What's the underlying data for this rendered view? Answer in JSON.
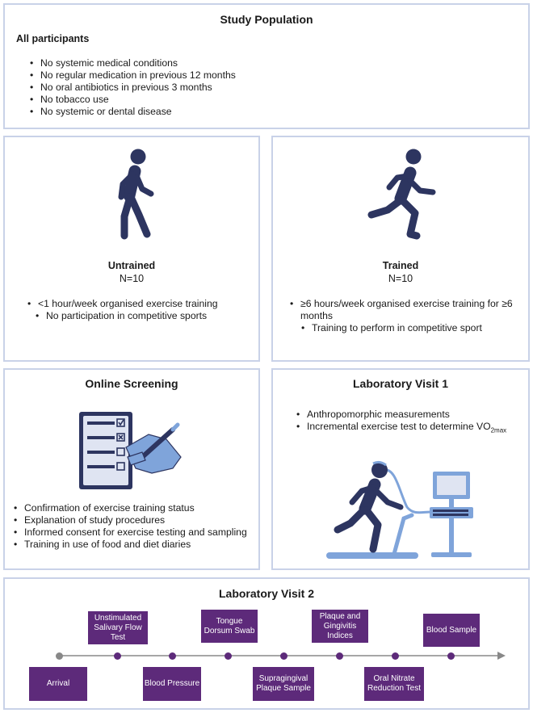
{
  "population": {
    "title": "Study Population",
    "subtitle": "All participants",
    "criteria": [
      "No systemic medical conditions",
      "No regular medication in previous 12 months",
      "No oral antibiotics in previous 3 months",
      "No tobacco use",
      "No systemic or dental disease"
    ]
  },
  "untrained": {
    "title": "Untrained",
    "n": "N=10",
    "items": [
      "<1 hour/week organised exercise training",
      "No participation in competitive sports"
    ],
    "icon": "walking-person-icon"
  },
  "trained": {
    "title": "Trained",
    "n": "N=10",
    "items": [
      "≥6 hours/week organised exercise training for ≥6 months",
      "Training to perform in competitive sport"
    ],
    "icon": "running-person-icon"
  },
  "screening": {
    "title": "Online Screening",
    "items": [
      "Confirmation of exercise training status",
      "Explanation of study procedures",
      "Informed consent for exercise testing and sampling",
      "Training in use of food and diet diaries"
    ],
    "icon": "checklist-icon"
  },
  "visit1": {
    "title": "Laboratory Visit 1",
    "item1": "Anthropomorphic measurements",
    "item2_main": "Incremental exercise test to determine VO",
    "item2_sub": "2max",
    "icon": "treadmill-test-icon"
  },
  "visit2": {
    "title": "Laboratory Visit 2",
    "steps": [
      "Arrival",
      "Unstimulated Salivary Flow Test",
      "Blood Pressure",
      "Tongue Dorsum Swab",
      "Supragingival Plaque Sample",
      "Plaque and Gingivitis Indices",
      "Oral Nitrate Reduction Test",
      "Blood Sample"
    ]
  },
  "colors": {
    "border": "#c9d2e8",
    "figure": "#2d3560",
    "timeline_box": "#5d2a7a",
    "timeline_line": "#888888"
  }
}
